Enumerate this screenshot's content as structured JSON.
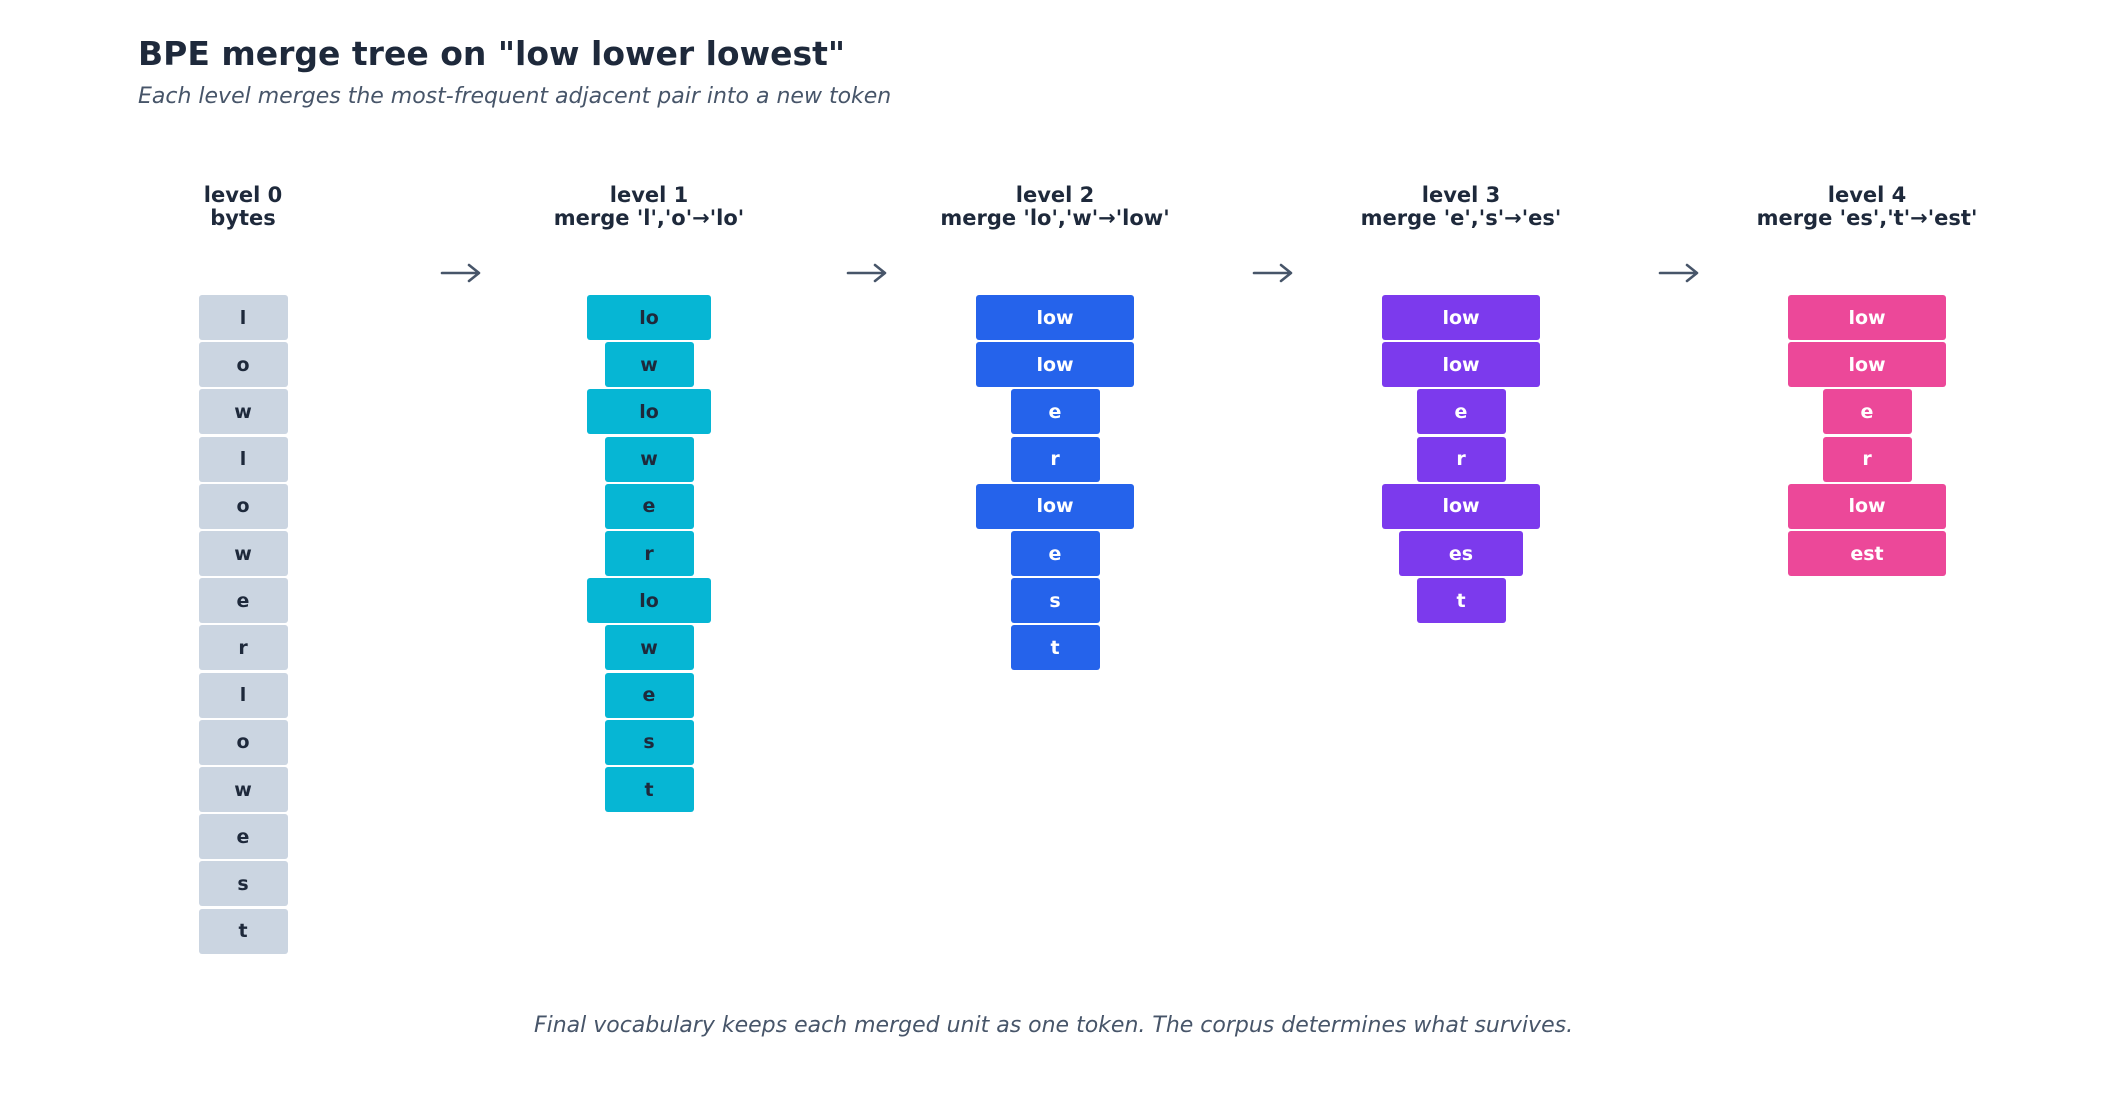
{
  "title": "BPE merge tree on \"low lower lowest\"",
  "subtitle": "Each level merges the most-frequent adjacent pair into a new token",
  "footer": "Final vocabulary keeps each merged unit as one token. The corpus determines what survives.",
  "arrow_icon": "right-arrow-icon",
  "levels": [
    {
      "heading": "level 0",
      "subheading": "bytes",
      "color": "#cbd5e1",
      "text_color": "#1e293b",
      "tokens": [
        "l",
        "o",
        "w",
        "l",
        "o",
        "w",
        "e",
        "r",
        "l",
        "o",
        "w",
        "e",
        "s",
        "t"
      ]
    },
    {
      "heading": "level 1",
      "subheading": "merge 'l','o'→'lo'",
      "color": "#06b6d4",
      "text_color": "#1e293b",
      "tokens": [
        "lo",
        "w",
        "lo",
        "w",
        "e",
        "r",
        "lo",
        "w",
        "e",
        "s",
        "t"
      ]
    },
    {
      "heading": "level 2",
      "subheading": "merge 'lo','w'→'low'",
      "color": "#2563eb",
      "text_color": "#ffffff",
      "tokens": [
        "low",
        "low",
        "e",
        "r",
        "low",
        "e",
        "s",
        "t"
      ]
    },
    {
      "heading": "level 3",
      "subheading": "merge 'e','s'→'es'",
      "color": "#7c3aed",
      "text_color": "#ffffff",
      "tokens": [
        "low",
        "low",
        "e",
        "r",
        "low",
        "es",
        "t"
      ]
    },
    {
      "heading": "level 4",
      "subheading": "merge 'es','t'→'est'",
      "color": "#ec4899",
      "text_color": "#ffffff",
      "tokens": [
        "low",
        "low",
        "e",
        "r",
        "low",
        "est"
      ]
    }
  ]
}
